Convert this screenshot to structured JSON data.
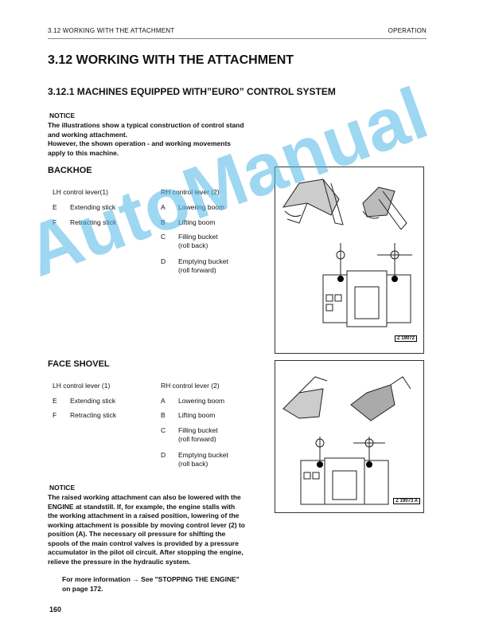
{
  "header": {
    "left": "3.12 WORKING WITH THE ATTACHMENT",
    "right": "OPERATION"
  },
  "title": "3.12  WORKING WITH THE ATTACHMENT",
  "subtitle": "3.12.1  MACHINES EQUIPPED WITH”EURO” CONTROL SYSTEM",
  "notice1": {
    "title": "NOTICE",
    "lines": [
      "The illustrations show a typical construction of control stand",
      "and working attachment.",
      "However, the shown operation - and working movements",
      "apply to this machine."
    ]
  },
  "backhoe": {
    "heading": "BACKHOE",
    "lh_header": "LH control lever(1)",
    "rh_header": "RH control lever (2)",
    "lh_rows": [
      {
        "key": "E",
        "label": "Extending stick"
      },
      {
        "key": "F",
        "label": "Retracting stick"
      }
    ],
    "rh_rows": [
      {
        "key": "A",
        "label": "Lowering boom",
        "label2": ""
      },
      {
        "key": "B",
        "label": "Lifting boom",
        "label2": ""
      },
      {
        "key": "C",
        "label": "Filling bucket",
        "label2": "(roll back)"
      },
      {
        "key": "D",
        "label": "Emptying bucket",
        "label2": "(roll forward)"
      }
    ],
    "figure_label": "Z 19072"
  },
  "face_shovel": {
    "heading": "FACE SHOVEL",
    "lh_header": "LH control lever (1)",
    "rh_header": "RH control lever (2)",
    "lh_rows": [
      {
        "key": "E",
        "label": "Extending stick"
      },
      {
        "key": "F",
        "label": "Retracting stick"
      }
    ],
    "rh_rows": [
      {
        "key": "A",
        "label": "Lowering boom",
        "label2": ""
      },
      {
        "key": "B",
        "label": "Lifting boom",
        "label2": ""
      },
      {
        "key": "C",
        "label": "Filling bucket",
        "label2": "(roll forward)"
      },
      {
        "key": "D",
        "label": "Emptying bucket",
        "label2": "(roll back)"
      }
    ],
    "figure_label": "Z 19073 A"
  },
  "notice2": {
    "title": "NOTICE",
    "lines": [
      "The raised working attachment can also be lowered with the",
      "ENGINE at standstill. If, for example, the engine stalls with",
      "the working attachment in a raised position, lowering of the",
      "working attachment is possible by moving control lever (2) to",
      "position (A). The necessary oil pressure for shifting the",
      "spools of the main control valves is provided by a pressure",
      "accumulator in the pilot oil circuit. After stopping the engine,",
      "relieve the pressure in the hydraulic system."
    ],
    "more_line1": "For more information → See \"STOPPING THE ENGINE\"",
    "more_line2": "on page 172."
  },
  "page_number": "160",
  "watermark": "AutoManual"
}
